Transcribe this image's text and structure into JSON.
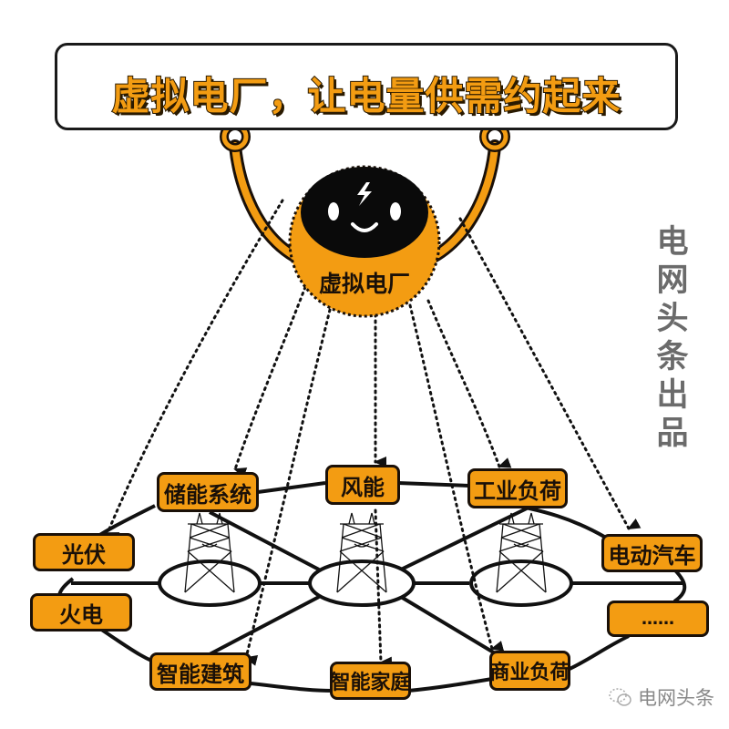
{
  "title": "虚拟电厂，让电量供需约起来",
  "hub": {
    "label": "虚拟电厂",
    "icon": "lightning-bolt-icon"
  },
  "nodes": [
    {
      "id": "storage",
      "label": "储能系统"
    },
    {
      "id": "wind",
      "label": "风能"
    },
    {
      "id": "industrial",
      "label": "工业负荷"
    },
    {
      "id": "pv",
      "label": "光伏"
    },
    {
      "id": "thermal",
      "label": "火电"
    },
    {
      "id": "ev",
      "label": "电动汽车"
    },
    {
      "id": "more",
      "label": "……"
    },
    {
      "id": "smart-building",
      "label": "智能建筑"
    },
    {
      "id": "smart-home",
      "label": "智能家庭"
    },
    {
      "id": "commercial",
      "label": "商业负荷"
    }
  ],
  "arrows_from_hub_to": [
    "pv",
    "storage",
    "smart-building",
    "wind",
    "smart-home",
    "industrial",
    "commercial",
    "ev"
  ],
  "grid_hubs": [
    "transmission-tower-left",
    "transmission-tower-center",
    "transmission-tower-right"
  ],
  "side_credit": [
    "电",
    "网",
    "头",
    "条",
    "出",
    "品"
  ],
  "watermark": {
    "icon": "wechat-icon",
    "text": "电网头条"
  },
  "colors": {
    "accent": "#f39c12",
    "outline": "#1a1008",
    "credit": "#6b6b6b"
  }
}
